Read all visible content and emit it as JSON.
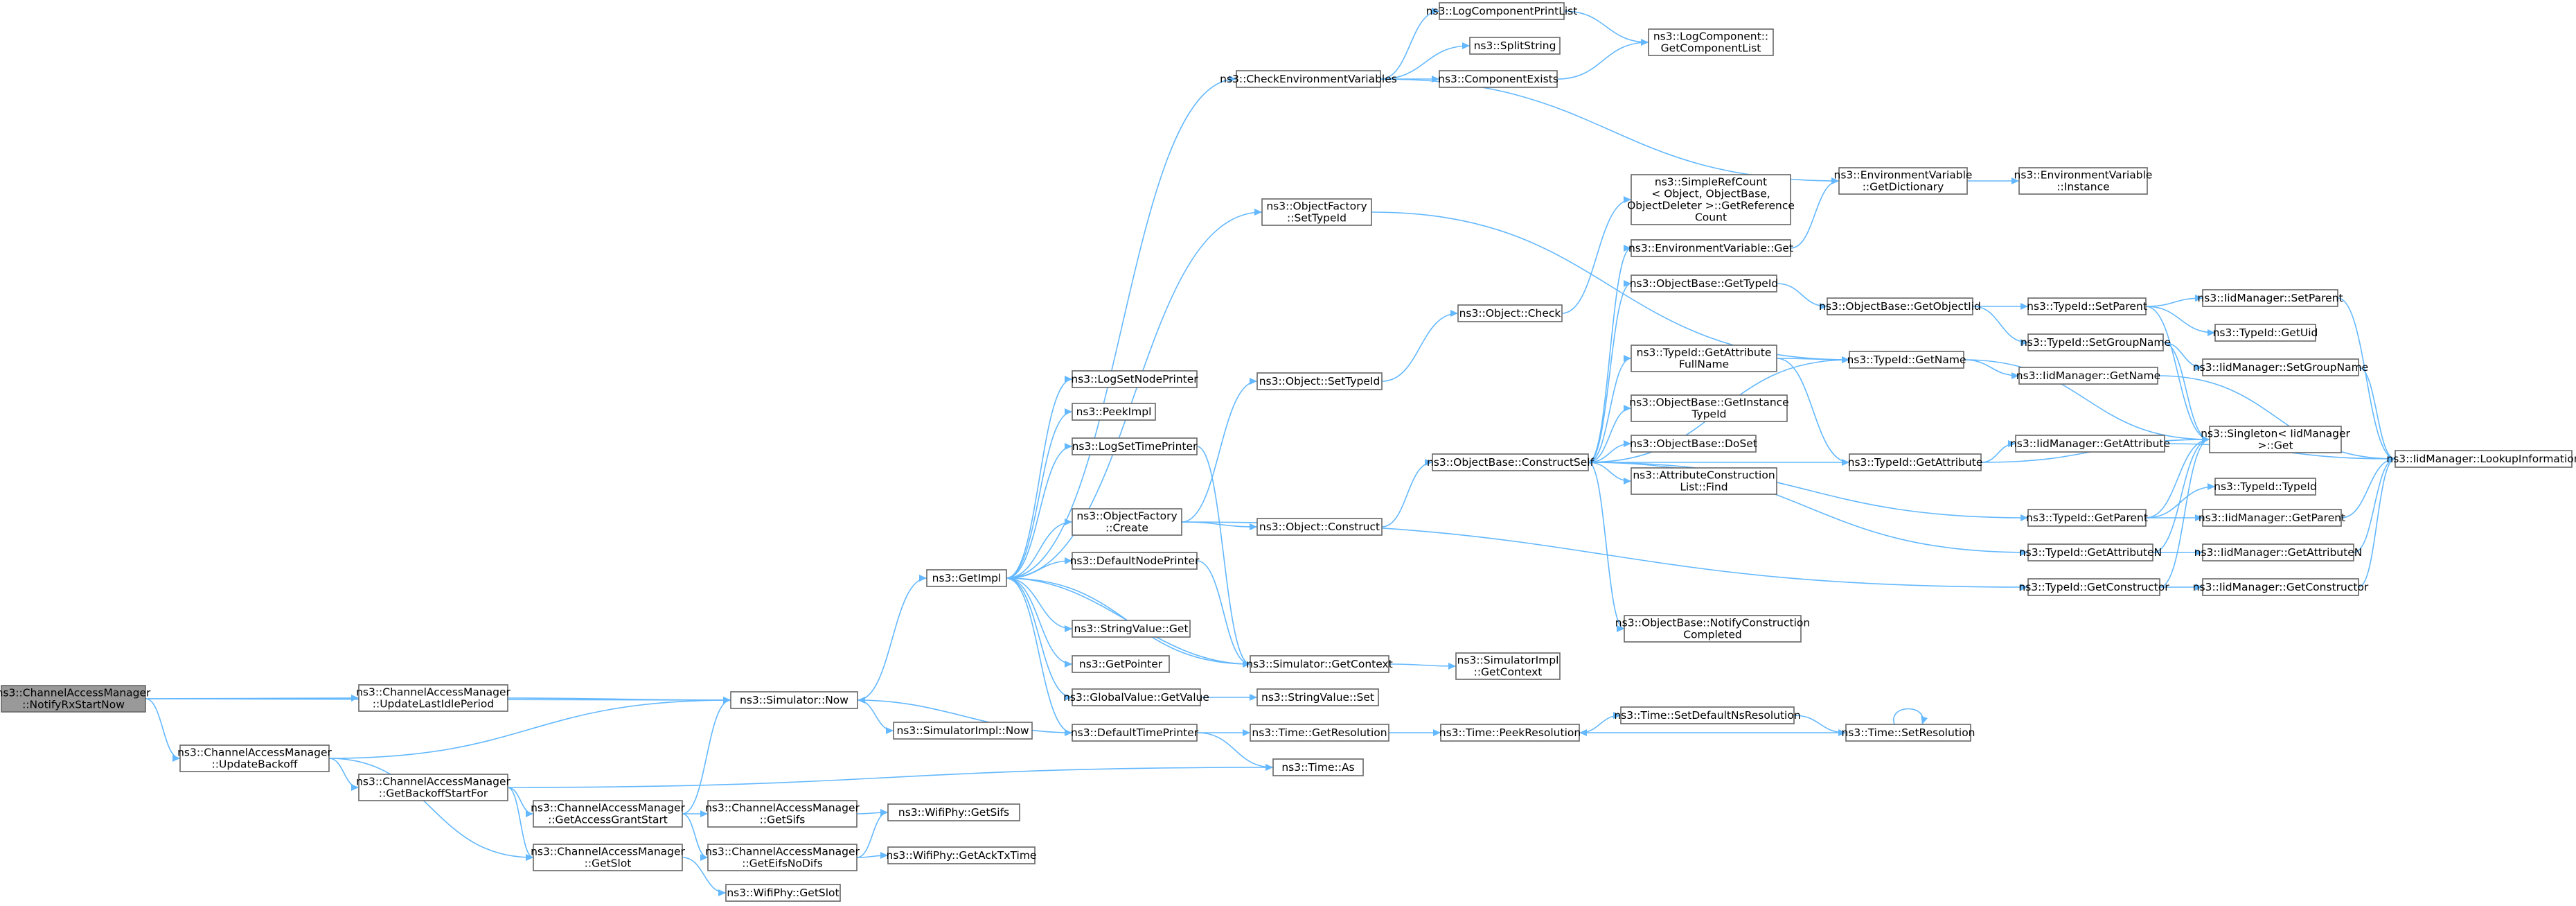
{
  "diagram": {
    "type": "call-graph",
    "nodes": [
      {
        "id": "notify",
        "label": [
          "ns3::ChannelAccessManager",
          "::NotifyRxStartNow"
        ],
        "root": true
      },
      {
        "id": "updLast",
        "label": [
          "ns3::ChannelAccessManager",
          "::UpdateLastIdlePeriod"
        ]
      },
      {
        "id": "updBack",
        "label": [
          "ns3::ChannelAccessManager",
          "::UpdateBackoff"
        ]
      },
      {
        "id": "simNow",
        "label": [
          "ns3::Simulator::Now"
        ]
      },
      {
        "id": "getBack",
        "label": [
          "ns3::ChannelAccessManager",
          "::GetBackoffStartFor"
        ]
      },
      {
        "id": "getAccess",
        "label": [
          "ns3::ChannelAccessManager",
          "::GetAccessGrantStart"
        ]
      },
      {
        "id": "getSlot",
        "label": [
          "ns3::ChannelAccessManager",
          "::GetSlot"
        ]
      },
      {
        "id": "getSifs",
        "label": [
          "ns3::ChannelAccessManager",
          "::GetSifs"
        ]
      },
      {
        "id": "getEifs",
        "label": [
          "ns3::ChannelAccessManager",
          "::GetEifsNoDifs"
        ]
      },
      {
        "id": "wifiSifs",
        "label": [
          "ns3::WifiPhy::GetSifs"
        ]
      },
      {
        "id": "wifiAck",
        "label": [
          "ns3::WifiPhy::GetAckTxTime"
        ]
      },
      {
        "id": "wifiSlot",
        "label": [
          "ns3::WifiPhy::GetSlot"
        ]
      },
      {
        "id": "simImplNow",
        "label": [
          "ns3::SimulatorImpl::Now"
        ]
      },
      {
        "id": "getImpl",
        "label": [
          "ns3::GetImpl"
        ]
      },
      {
        "id": "checkEnv",
        "label": [
          "ns3::CheckEnvironmentVariables"
        ]
      },
      {
        "id": "logCompPrint",
        "label": [
          "ns3::LogComponentPrintList"
        ]
      },
      {
        "id": "splitStr",
        "label": [
          "ns3::SplitString"
        ]
      },
      {
        "id": "compExists",
        "label": [
          "ns3::ComponentExists"
        ]
      },
      {
        "id": "getCompList",
        "label": [
          "ns3::LogComponent::",
          "GetComponentList"
        ]
      },
      {
        "id": "envGetDict",
        "label": [
          "ns3::EnvironmentVariable",
          "::GetDictionary"
        ]
      },
      {
        "id": "envInstance",
        "label": [
          "ns3::EnvironmentVariable",
          "::Instance"
        ]
      },
      {
        "id": "objFactSetTid",
        "label": [
          "ns3::ObjectFactory",
          "::SetTypeId"
        ]
      },
      {
        "id": "logSetNode",
        "label": [
          "ns3::LogSetNodePrinter"
        ]
      },
      {
        "id": "peekImpl",
        "label": [
          "ns3::PeekImpl"
        ]
      },
      {
        "id": "logSetTime",
        "label": [
          "ns3::LogSetTimePrinter"
        ]
      },
      {
        "id": "objFactCreate",
        "label": [
          "ns3::ObjectFactory",
          "::Create"
        ]
      },
      {
        "id": "defNodePrinter",
        "label": [
          "ns3::DefaultNodePrinter"
        ]
      },
      {
        "id": "strValGet",
        "label": [
          "ns3::StringValue::Get"
        ]
      },
      {
        "id": "getPointer",
        "label": [
          "ns3::GetPointer"
        ]
      },
      {
        "id": "globalValGet",
        "label": [
          "ns3::GlobalValue::GetValue"
        ]
      },
      {
        "id": "defTimePrinter",
        "label": [
          "ns3::DefaultTimePrinter"
        ]
      },
      {
        "id": "objSetTid",
        "label": [
          "ns3::Object::SetTypeId"
        ]
      },
      {
        "id": "objConstruct",
        "label": [
          "ns3::Object::Construct"
        ]
      },
      {
        "id": "simGetCtx",
        "label": [
          "ns3::Simulator::GetContext"
        ]
      },
      {
        "id": "strValSet",
        "label": [
          "ns3::StringValue::Set"
        ]
      },
      {
        "id": "timeGetRes",
        "label": [
          "ns3::Time::GetResolution"
        ]
      },
      {
        "id": "timeAs",
        "label": [
          "ns3::Time::As"
        ]
      },
      {
        "id": "simImplCtx",
        "label": [
          "ns3::SimulatorImpl",
          "::GetContext"
        ]
      },
      {
        "id": "objCheck",
        "label": [
          "ns3::Object::Check"
        ]
      },
      {
        "id": "objBaseCS",
        "label": [
          "ns3::ObjectBase::ConstructSelf"
        ]
      },
      {
        "id": "simpleRef",
        "label": [
          "ns3::SimpleRefCount",
          "< Object, ObjectBase,",
          "ObjectDeleter >::GetReference",
          "Count"
        ]
      },
      {
        "id": "envGet",
        "label": [
          "ns3::EnvironmentVariable::Get"
        ]
      },
      {
        "id": "objBaseGetTid",
        "label": [
          "ns3::ObjectBase::GetTypeId"
        ]
      },
      {
        "id": "tidGetAttrFull",
        "label": [
          "ns3::TypeId::GetAttribute",
          "FullName"
        ]
      },
      {
        "id": "objBaseGetInst",
        "label": [
          "ns3::ObjectBase::GetInstance",
          "TypeId"
        ]
      },
      {
        "id": "objBaseDoSet",
        "label": [
          "ns3::ObjectBase::DoSet"
        ]
      },
      {
        "id": "attrConsFind",
        "label": [
          "ns3::AttributeConstruction",
          "List::Find"
        ]
      },
      {
        "id": "objBaseNotify",
        "label": [
          "ns3::ObjectBase::NotifyConstruction",
          "Completed"
        ]
      },
      {
        "id": "objBaseGetOTid",
        "label": [
          "ns3::ObjectBase::GetObjectIid"
        ]
      },
      {
        "id": "tidGetName",
        "label": [
          "ns3::TypeId::GetName"
        ]
      },
      {
        "id": "tidGetAttr",
        "label": [
          "ns3::TypeId::GetAttribute"
        ]
      },
      {
        "id": "tidGetParent",
        "label": [
          "ns3::TypeId::GetParent"
        ]
      },
      {
        "id": "tidGetAttrN",
        "label": [
          "ns3::TypeId::GetAttributeN"
        ]
      },
      {
        "id": "tidGetCons",
        "label": [
          "ns3::TypeId::GetConstructor"
        ]
      },
      {
        "id": "timePeekRes",
        "label": [
          "ns3::Time::PeekResolution"
        ]
      },
      {
        "id": "timeSetDefNs",
        "label": [
          "ns3::Time::SetDefaultNsResolution"
        ]
      },
      {
        "id": "timeSetRes",
        "label": [
          "ns3::Time::SetResolution"
        ]
      },
      {
        "id": "tidSetParent",
        "label": [
          "ns3::TypeId::SetParent"
        ]
      },
      {
        "id": "tidSetGroup",
        "label": [
          "ns3::TypeId::SetGroupName"
        ]
      },
      {
        "id": "iidGetName",
        "label": [
          "ns3::IidManager::GetName"
        ]
      },
      {
        "id": "iidGetAttr",
        "label": [
          "ns3::IidManager::GetAttribute"
        ]
      },
      {
        "id": "singletonGet",
        "label": [
          "ns3::Singleton< IidManager",
          ">::Get"
        ]
      },
      {
        "id": "tidTypeId",
        "label": [
          "ns3::TypeId::TypeId"
        ]
      },
      {
        "id": "iidSetParent",
        "label": [
          "ns3::IidManager::SetParent"
        ]
      },
      {
        "id": "tidGetUid",
        "label": [
          "ns3::TypeId::GetUid"
        ]
      },
      {
        "id": "iidSetGroup",
        "label": [
          "ns3::IidManager::SetGroupName"
        ]
      },
      {
        "id": "iidGetParent",
        "label": [
          "ns3::IidManager::GetParent"
        ]
      },
      {
        "id": "iidGetAttrN",
        "label": [
          "ns3::IidManager::GetAttributeN"
        ]
      },
      {
        "id": "iidGetCons",
        "label": [
          "ns3::IidManager::GetConstructor"
        ]
      },
      {
        "id": "iidLookup",
        "label": [
          "ns3::IidManager::LookupInformation"
        ]
      }
    ],
    "edges": [
      [
        "notify",
        "updLast"
      ],
      [
        "notify",
        "simNow"
      ],
      [
        "notify",
        "updBack"
      ],
      [
        "updLast",
        "simNow"
      ],
      [
        "updBack",
        "simNow"
      ],
      [
        "updBack",
        "getBack"
      ],
      [
        "updBack",
        "getSlot"
      ],
      [
        "getBack",
        "getAccess"
      ],
      [
        "getBack",
        "getSlot"
      ],
      [
        "getBack",
        "timeAs"
      ],
      [
        "getAccess",
        "simNow"
      ],
      [
        "getAccess",
        "getSifs"
      ],
      [
        "getAccess",
        "getEifs"
      ],
      [
        "getSifs",
        "wifiSifs"
      ],
      [
        "getEifs",
        "wifiSifs"
      ],
      [
        "getEifs",
        "wifiAck"
      ],
      [
        "getSlot",
        "wifiSlot"
      ],
      [
        "simNow",
        "simImplNow"
      ],
      [
        "simNow",
        "getImpl"
      ],
      [
        "getImpl",
        "checkEnv"
      ],
      [
        "getImpl",
        "objFactSetTid"
      ],
      [
        "getImpl",
        "logSetNode"
      ],
      [
        "getImpl",
        "peekImpl"
      ],
      [
        "getImpl",
        "logSetTime"
      ],
      [
        "getImpl",
        "objFactCreate"
      ],
      [
        "getImpl",
        "defNodePrinter"
      ],
      [
        "getImpl",
        "strValGet"
      ],
      [
        "getImpl",
        "getPointer"
      ],
      [
        "getImpl",
        "globalValGet"
      ],
      [
        "getImpl",
        "defTimePrinter"
      ],
      [
        "getImpl",
        "simGetCtx"
      ],
      [
        "checkEnv",
        "logCompPrint"
      ],
      [
        "checkEnv",
        "splitStr"
      ],
      [
        "checkEnv",
        "compExists"
      ],
      [
        "checkEnv",
        "envGetDict"
      ],
      [
        "logCompPrint",
        "getCompList"
      ],
      [
        "compExists",
        "getCompList"
      ],
      [
        "envGetDict",
        "envInstance"
      ],
      [
        "objFactSetTid",
        "tidGetName"
      ],
      [
        "logSetTime",
        "simGetCtx"
      ],
      [
        "objFactCreate",
        "objSetTid"
      ],
      [
        "objFactCreate",
        "objConstruct"
      ],
      [
        "objFactCreate",
        "tidGetCons"
      ],
      [
        "defNodePrinter",
        "simGetCtx"
      ],
      [
        "globalValGet",
        "strValSet"
      ],
      [
        "defTimePrinter",
        "simNow"
      ],
      [
        "defTimePrinter",
        "timeGetRes"
      ],
      [
        "defTimePrinter",
        "timeAs"
      ],
      [
        "simGetCtx",
        "simImplCtx"
      ],
      [
        "simGetCtx",
        "getImpl"
      ],
      [
        "objSetTid",
        "objCheck"
      ],
      [
        "objConstruct",
        "objBaseCS"
      ],
      [
        "objCheck",
        "simpleRef"
      ],
      [
        "objBaseCS",
        "envGet"
      ],
      [
        "objBaseCS",
        "objBaseGetTid"
      ],
      [
        "objBaseCS",
        "tidGetAttrFull"
      ],
      [
        "objBaseCS",
        "objBaseGetInst"
      ],
      [
        "objBaseCS",
        "objBaseDoSet"
      ],
      [
        "objBaseCS",
        "attrConsFind"
      ],
      [
        "objBaseCS",
        "objBaseNotify"
      ],
      [
        "objBaseCS",
        "tidGetName"
      ],
      [
        "objBaseCS",
        "tidGetAttr"
      ],
      [
        "objBaseCS",
        "tidGetParent"
      ],
      [
        "objBaseCS",
        "tidGetAttrN"
      ],
      [
        "envGet",
        "envGetDict"
      ],
      [
        "objBaseGetTid",
        "objBaseGetOTid"
      ],
      [
        "tidGetAttrFull",
        "tidGetName"
      ],
      [
        "tidGetAttrFull",
        "tidGetAttr"
      ],
      [
        "objBaseGetOTid",
        "tidSetParent"
      ],
      [
        "objBaseGetOTid",
        "tidSetGroup"
      ],
      [
        "tidGetName",
        "iidGetName"
      ],
      [
        "tidGetName",
        "singletonGet"
      ],
      [
        "tidGetAttr",
        "iidGetAttr"
      ],
      [
        "tidGetAttr",
        "singletonGet"
      ],
      [
        "tidGetParent",
        "tidTypeId"
      ],
      [
        "tidGetParent",
        "iidGetParent"
      ],
      [
        "tidGetParent",
        "singletonGet"
      ],
      [
        "tidGetAttrN",
        "iidGetAttrN"
      ],
      [
        "tidGetAttrN",
        "singletonGet"
      ],
      [
        "tidGetCons",
        "iidGetCons"
      ],
      [
        "tidGetCons",
        "singletonGet"
      ],
      [
        "timeGetRes",
        "timePeekRes"
      ],
      [
        "timePeekRes",
        "timeSetDefNs"
      ],
      [
        "timeSetDefNs",
        "timeSetRes"
      ],
      [
        "timeSetRes",
        "timePeekRes"
      ],
      [
        "timeSetRes",
        "timeSetRes"
      ],
      [
        "tidSetParent",
        "iidSetParent"
      ],
      [
        "tidSetParent",
        "tidGetUid"
      ],
      [
        "tidSetParent",
        "singletonGet"
      ],
      [
        "tidSetGroup",
        "iidSetGroup"
      ],
      [
        "tidSetGroup",
        "singletonGet"
      ],
      [
        "iidGetName",
        "iidLookup"
      ],
      [
        "iidGetAttr",
        "iidLookup"
      ],
      [
        "iidSetParent",
        "iidLookup"
      ],
      [
        "iidSetGroup",
        "iidLookup"
      ],
      [
        "iidGetParent",
        "iidLookup"
      ],
      [
        "iidGetAttrN",
        "iidLookup"
      ],
      [
        "iidGetCons",
        "iidLookup"
      ]
    ]
  }
}
